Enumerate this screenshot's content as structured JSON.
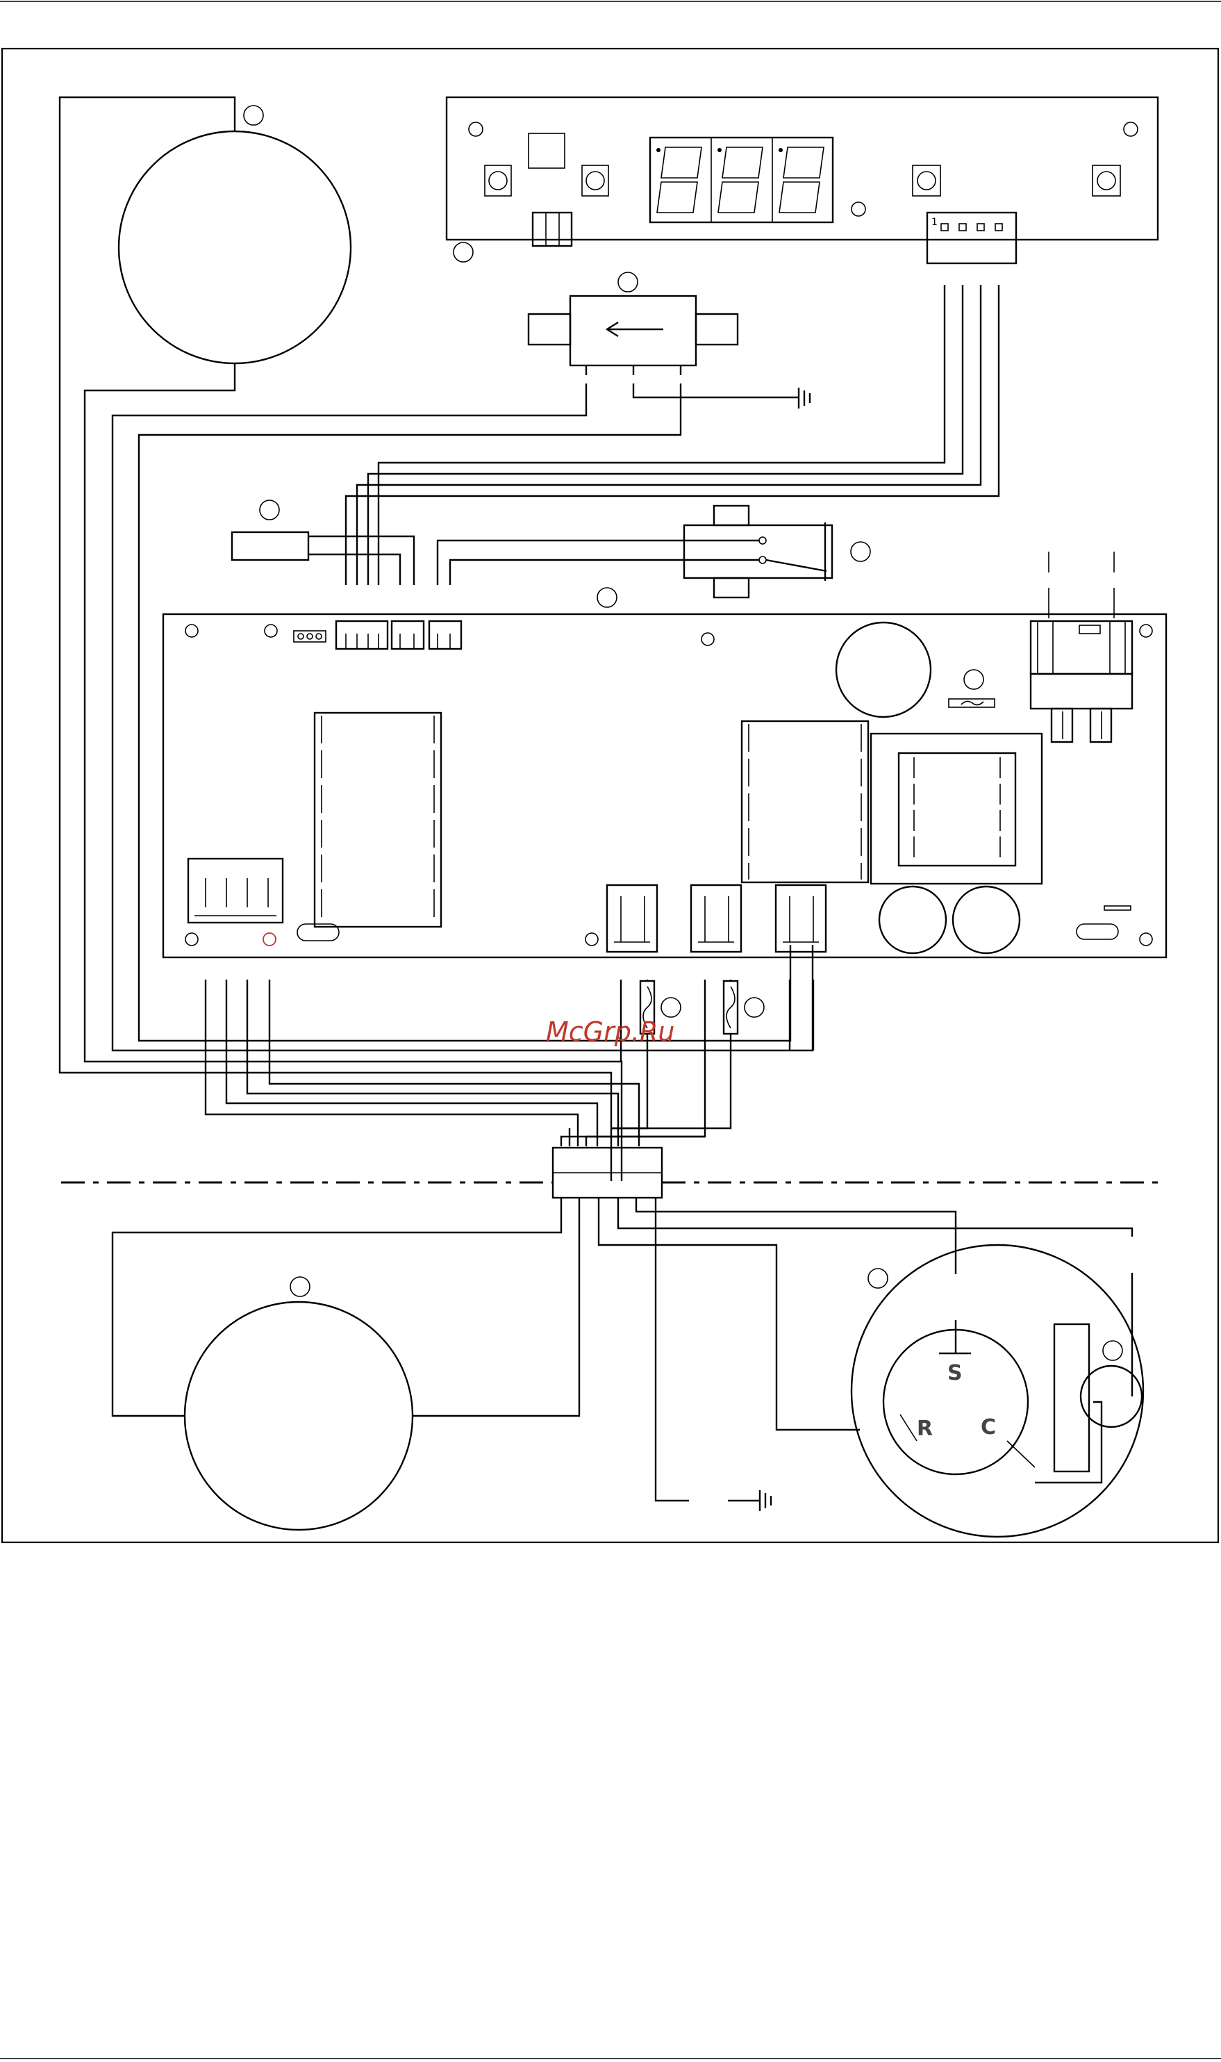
{
  "watermark": {
    "text": "McGrp.Ru",
    "color": "#c0392b"
  },
  "compressor": {
    "terminal_s": "S",
    "terminal_r": "R",
    "terminal_c": "C"
  },
  "display_board": {
    "connector_pin_marker": "1"
  },
  "colors": {
    "line": "#000000",
    "background": "#ffffff",
    "watermark": "#c0392b"
  },
  "icons": [
    "ground-icon",
    "seven-segment-digit-icon",
    "fuse-icon",
    "ac-tilde-icon",
    "flow-arrow-icon"
  ]
}
